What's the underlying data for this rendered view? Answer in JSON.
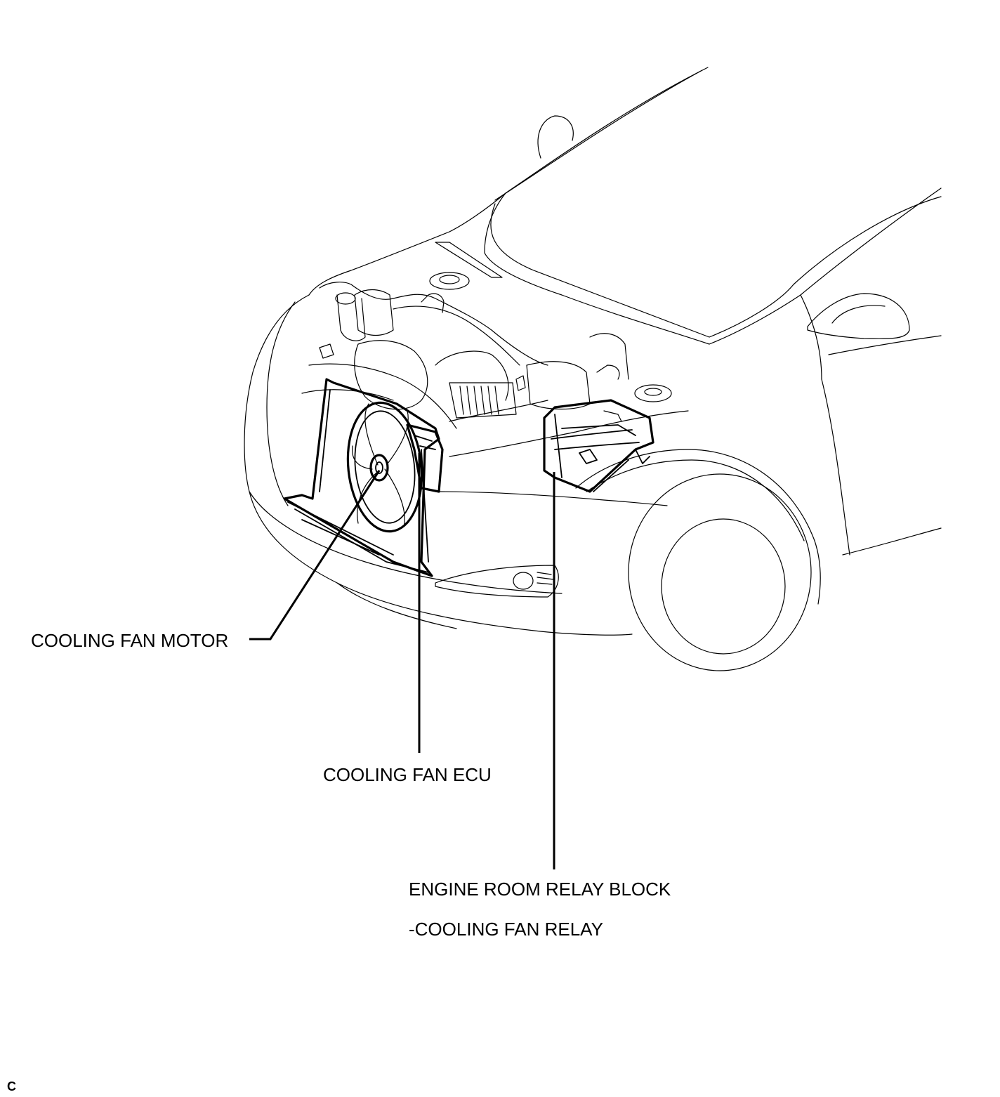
{
  "labels": {
    "cooling_fan_motor": "COOLING FAN MOTOR",
    "cooling_fan_ecu": "COOLING FAN ECU",
    "engine_room_relay_block": "ENGINE ROOM RELAY BLOCK",
    "cooling_fan_relay": "-COOLING FAN RELAY"
  },
  "figure_code": "C"
}
